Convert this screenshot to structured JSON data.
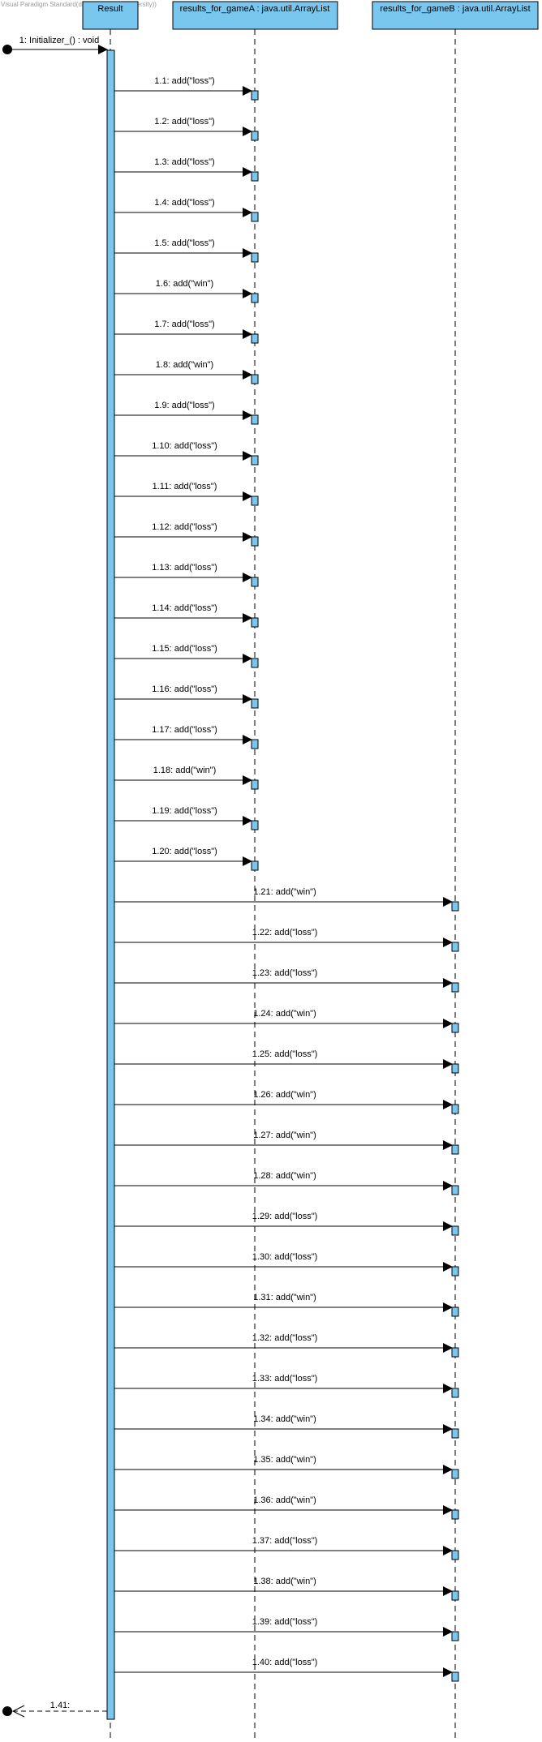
{
  "watermark": "Visual Paradigm Standard(director(Peking University))",
  "colors": {
    "box": "#79c6ee",
    "line": "#000000"
  },
  "lifelines": [
    {
      "id": "result",
      "name": "Result"
    },
    {
      "id": "gameA",
      "name": "results_for_gameA : java.util.ArrayList"
    },
    {
      "id": "gameB",
      "name": "results_for_gameB : java.util.ArrayList"
    }
  ],
  "found_message": "1: Initializer_() : void",
  "return_message": "1.41:",
  "messages": [
    {
      "label": "1.1: add(\"loss\")",
      "target": "gameA"
    },
    {
      "label": "1.2: add(\"loss\")",
      "target": "gameA"
    },
    {
      "label": "1.3: add(\"loss\")",
      "target": "gameA"
    },
    {
      "label": "1.4: add(\"loss\")",
      "target": "gameA"
    },
    {
      "label": "1.5: add(\"loss\")",
      "target": "gameA"
    },
    {
      "label": "1.6: add(\"win\")",
      "target": "gameA"
    },
    {
      "label": "1.7: add(\"loss\")",
      "target": "gameA"
    },
    {
      "label": "1.8: add(\"win\")",
      "target": "gameA"
    },
    {
      "label": "1.9: add(\"loss\")",
      "target": "gameA"
    },
    {
      "label": "1.10: add(\"loss\")",
      "target": "gameA"
    },
    {
      "label": "1.11: add(\"loss\")",
      "target": "gameA"
    },
    {
      "label": "1.12: add(\"loss\")",
      "target": "gameA"
    },
    {
      "label": "1.13: add(\"loss\")",
      "target": "gameA"
    },
    {
      "label": "1.14: add(\"loss\")",
      "target": "gameA"
    },
    {
      "label": "1.15: add(\"loss\")",
      "target": "gameA"
    },
    {
      "label": "1.16: add(\"loss\")",
      "target": "gameA"
    },
    {
      "label": "1.17: add(\"loss\")",
      "target": "gameA"
    },
    {
      "label": "1.18: add(\"win\")",
      "target": "gameA"
    },
    {
      "label": "1.19: add(\"loss\")",
      "target": "gameA"
    },
    {
      "label": "1.20: add(\"loss\")",
      "target": "gameA"
    },
    {
      "label": "1.21: add(\"win\")",
      "target": "gameB"
    },
    {
      "label": "1.22: add(\"loss\")",
      "target": "gameB"
    },
    {
      "label": "1.23: add(\"loss\")",
      "target": "gameB"
    },
    {
      "label": "1.24: add(\"win\")",
      "target": "gameB"
    },
    {
      "label": "1.25: add(\"loss\")",
      "target": "gameB"
    },
    {
      "label": "1.26: add(\"win\")",
      "target": "gameB"
    },
    {
      "label": "1.27: add(\"win\")",
      "target": "gameB"
    },
    {
      "label": "1.28: add(\"win\")",
      "target": "gameB"
    },
    {
      "label": "1.29: add(\"loss\")",
      "target": "gameB"
    },
    {
      "label": "1.30: add(\"loss\")",
      "target": "gameB"
    },
    {
      "label": "1.31: add(\"win\")",
      "target": "gameB"
    },
    {
      "label": "1.32: add(\"loss\")",
      "target": "gameB"
    },
    {
      "label": "1.33: add(\"loss\")",
      "target": "gameB"
    },
    {
      "label": "1.34: add(\"win\")",
      "target": "gameB"
    },
    {
      "label": "1.35: add(\"win\")",
      "target": "gameB"
    },
    {
      "label": "1.36: add(\"win\")",
      "target": "gameB"
    },
    {
      "label": "1.37: add(\"loss\")",
      "target": "gameB"
    },
    {
      "label": "1.38: add(\"win\")",
      "target": "gameB"
    },
    {
      "label": "1.39: add(\"loss\")",
      "target": "gameB"
    },
    {
      "label": "1.40: add(\"loss\")",
      "target": "gameB"
    }
  ]
}
